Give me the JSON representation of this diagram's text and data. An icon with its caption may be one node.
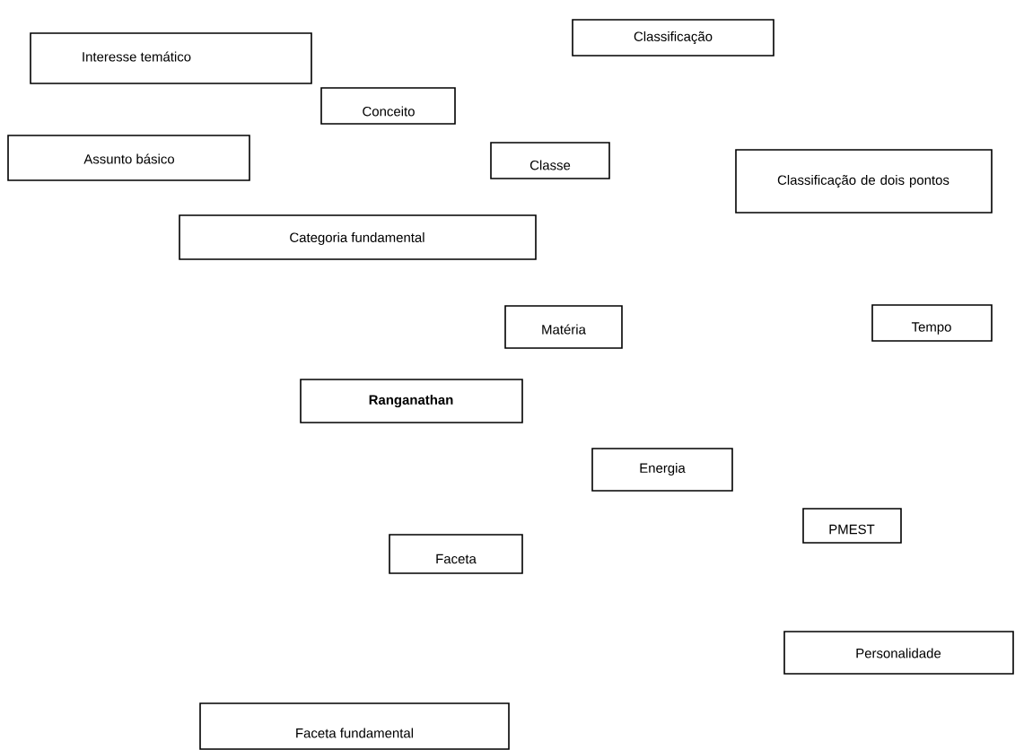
{
  "diagram": {
    "nodes": [
      {
        "text": [
          "Interesse temático"
        ]
      },
      {
        "text": [
          "Classificação"
        ]
      },
      {
        "text": [
          "Conceito"
        ]
      },
      {
        "text": [
          "Assunto básico"
        ]
      },
      {
        "text": [
          "Classe"
        ]
      },
      {
        "text": [
          "Classificação de dois pontos"
        ]
      },
      {
        "text": [
          "Categoria fundamental"
        ]
      },
      {
        "text": [
          "Matéria"
        ]
      },
      {
        "text": [
          "Tempo"
        ]
      },
      {
        "text": [
          "Ranganathan"
        ]
      },
      {
        "text": [
          "Energia"
        ]
      },
      {
        "text": [
          "PMEST"
        ]
      },
      {
        "text": [
          "Faceta"
        ]
      },
      {
        "text": [
          "Personalidade"
        ]
      },
      {
        "text": [
          "Faceta fundamental"
        ]
      }
    ]
  }
}
